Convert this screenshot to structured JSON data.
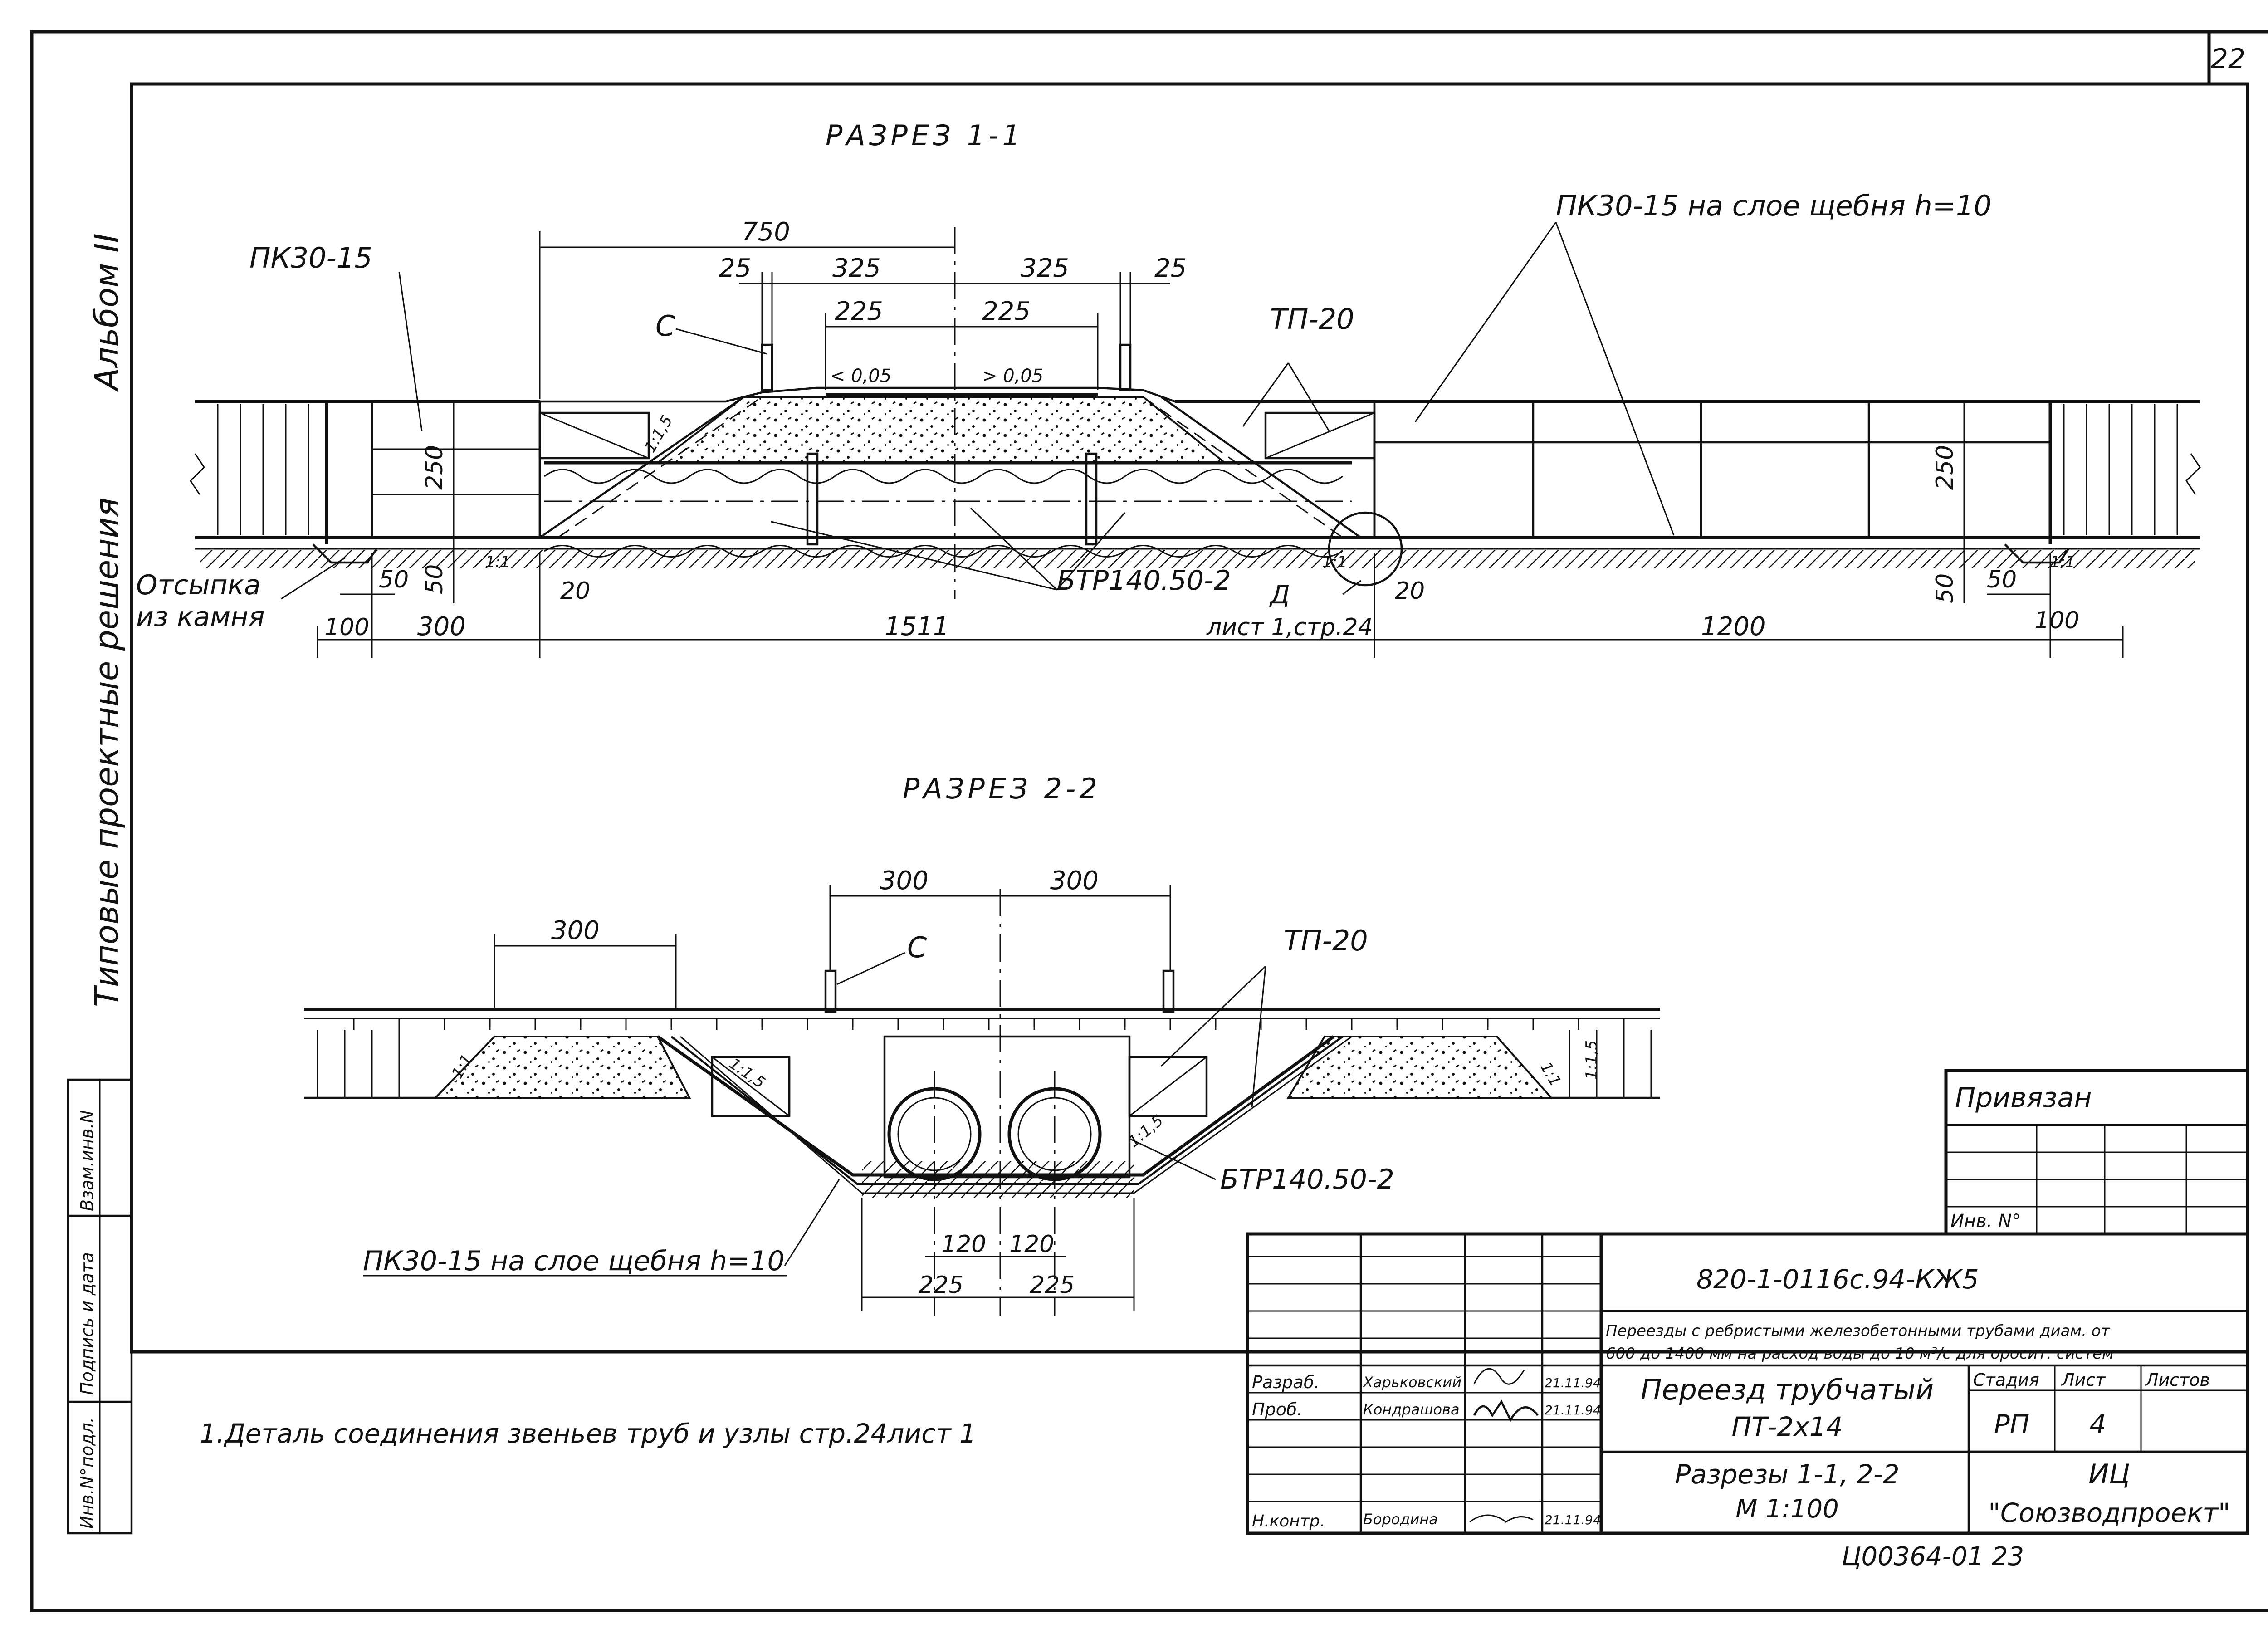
{
  "sheet_number": "22",
  "album": "Альбом II",
  "series_name": "Типовые проектные решения",
  "side_stamp": [
    "Инв.N°подл.",
    "Подпись и дата",
    "Взам.инв.N"
  ],
  "section_1": {
    "title": "РАЗРЕЗ 1-1",
    "labels": {
      "pk_left": "ПК30-15",
      "pk_right": "ПК30-15 на слое щебня h=10",
      "c": "С",
      "tp": "ТП-20",
      "btr": "БТР140.50-2",
      "stone": [
        "Отсыпка",
        "из камня"
      ],
      "ref": [
        "Д",
        "лист 1,стр.24"
      ]
    },
    "dims": {
      "d750": "750",
      "d25a": "25",
      "d325a": "325",
      "d325b": "325",
      "d25b": "25",
      "d225a": "225",
      "d225b": "225",
      "slope_l": "< 0,05",
      "slope_r": "> 0,05",
      "d250l": "250",
      "d250r": "250",
      "d50a": "50",
      "d50b": "50",
      "d50c": "50",
      "d50d": "50",
      "d20a": "20",
      "d20b": "20",
      "d100a": "100",
      "d300": "300",
      "d1511": "1511",
      "d1200": "1200",
      "d100b": "100",
      "s15": "1:1,5",
      "s11a": "1:1",
      "s11b": "1:1",
      "s11c": "1:1"
    }
  },
  "section_2": {
    "title": "РАЗРЕЗ 2-2",
    "labels": {
      "c": "С",
      "tp": "ТП-20",
      "btr": "БТР140.50-2",
      "pk": "ПК30-15 на слое щебня h=10"
    },
    "dims": {
      "d300a": "300",
      "d300b": "300",
      "d300c": "300",
      "d120a": "120",
      "d120b": "120",
      "d225a": "225",
      "d225b": "225",
      "s11l": "1:1",
      "s15a": "1:1,5",
      "s15b": "1:1,5",
      "s11r": "1:1",
      "s15r": "1:1,5"
    }
  },
  "note": "1.Деталь соединения звеньев труб и узлы стр.24лист 1",
  "privyazan": {
    "title": "Привязан",
    "inv": "Инв. N°"
  },
  "title_block": {
    "code": "820-1-0116с.94-КЖ5",
    "description": [
      "Переезды с ребристыми железобетонными трубами диам. от",
      "600 до 1400 мм на расход воды до 10 м³/с для оросит. систем"
    ],
    "roles": [
      {
        "role": "Разраб.",
        "name": "Харьковский",
        "date": "21.11.94"
      },
      {
        "role": "Проб.",
        "name": "Кондрашова",
        "date": "21.11.94"
      },
      {
        "role": "Н.контр.",
        "name": "Бородина",
        "date": "21.11.94"
      }
    ],
    "object_name": [
      "Переезд трубчатый",
      "ПТ-2х14"
    ],
    "sheet_name": [
      "Разрезы 1-1, 2-2",
      "М 1:100"
    ],
    "stage_header": "Стадия",
    "sheet_header": "Лист",
    "sheets_header": "Листов",
    "stage": "РП",
    "sheet": "4",
    "org": [
      "ИЦ",
      "\"Союзводпроект\""
    ]
  },
  "bottom_code": "Ц00364-01   23"
}
